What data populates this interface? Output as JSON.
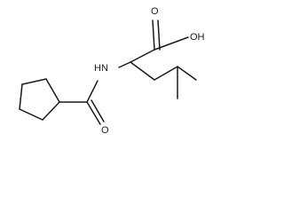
{
  "molecule": {
    "labels": {
      "nh": "HN",
      "carboxyl_oh": "OH",
      "carboxyl_o": "O",
      "amide_o": "O"
    }
  }
}
